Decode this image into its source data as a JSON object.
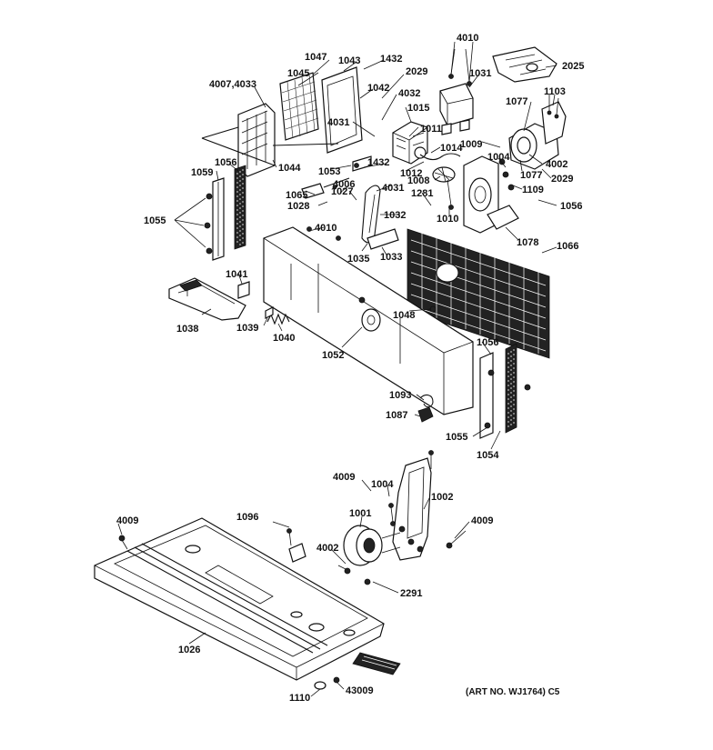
{
  "labels": {
    "l4010a": "4010",
    "l2025": "2025",
    "l1031": "1031",
    "l1103": "1103",
    "l1047": "1047",
    "l1043": "1043",
    "l1432a": "1432",
    "l1045": "1045",
    "l2029a": "2029",
    "l4007": "4007,4033",
    "l1042": "1042",
    "l4032": "4032",
    "l1077a": "1077",
    "l1015": "1015",
    "l4031a": "4031",
    "l1011": "1011",
    "l1009": "1009",
    "l1014": "1014",
    "l1004a": "1004",
    "l4002a": "4002",
    "l1077b": "1077",
    "l2029b": "2029",
    "l1044": "1044",
    "l1432b": "1432",
    "l1056a": "1056",
    "l1053": "1053",
    "l1012": "1012",
    "l1008": "1008",
    "l1059": "1059",
    "l4006": "4006",
    "l4031b": "4031",
    "l1109": "1109",
    "l1065": "1065",
    "l1281": "1281",
    "l1027": "1027",
    "l1028": "1028",
    "l1056b": "1056",
    "l1055a": "1055",
    "l1032": "1032",
    "l1010": "1010",
    "l4010b": "4010",
    "l1078": "1078",
    "l1066": "1066",
    "l1035": "1035",
    "l1033": "1033",
    "l1041": "1041",
    "l1038": "1038",
    "l1048": "1048",
    "l1039": "1039",
    "l1040": "1040",
    "l1052": "1052",
    "l1056c": "1056",
    "l1093": "1093",
    "l1087": "1087",
    "l1055b": "1055",
    "l1054": "1054",
    "l4009a": "4009",
    "l1004b": "1004",
    "l1002": "1002",
    "l1096": "1096",
    "l1001": "1001",
    "l4009b": "4009",
    "l4009c": "4009",
    "l4002b": "4002",
    "l2291": "2291",
    "l1026": "1026",
    "l1110": "1110",
    "l43009": "43009",
    "art": "(ART NO. WJ1764) C5"
  }
}
